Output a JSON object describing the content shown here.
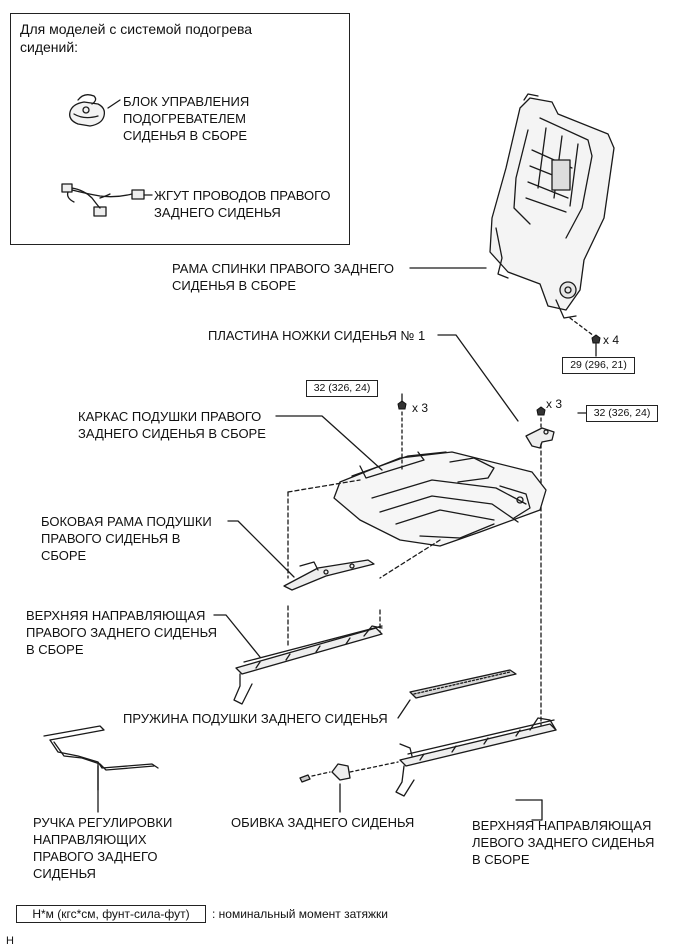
{
  "inset": {
    "title": "Для моделей с системой подогрева\nсидений:",
    "labels": {
      "heater_control": "БЛОК УПРАВЛЕНИЯ\nПОДОГРЕВАТЕЛЕМ\nСИДЕНЬЯ В СБОРЕ",
      "wire_harness": "ЖГУТ ПРОВОДОВ ПРАВОГО\nЗАДНЕГО СИДЕНЬЯ"
    }
  },
  "labels": {
    "seatback_frame": "РАМА СПИНКИ ПРАВОГО ЗАДНЕГО\nСИДЕНЬЯ В СБОРЕ",
    "leg_plate": "ПЛАСТИНА НОЖКИ СИДЕНЬЯ № 1",
    "cushion_frame": "КАРКАС ПОДУШКИ ПРАВОГО\nЗАДНЕГО СИДЕНЬЯ В СБОРЕ",
    "side_frame": "БОКОВАЯ РАМА ПОДУШКИ\nПРАВОГО СИДЕНЬЯ В\nСБОРЕ",
    "upper_rail_right": "ВЕРХНЯЯ НАПРАВЛЯЮЩАЯ\nПРАВОГО ЗАДНЕГО СИДЕНЬЯ\nВ СБОРЕ",
    "cushion_spring": "ПРУЖИНА ПОДУШКИ ЗАДНЕГО СИДЕНЬЯ",
    "adjust_handle": "РУЧКА РЕГУЛИРОВКИ\nНАПРАВЛЯЮЩИХ\nПРАВОГО ЗАДНЕГО\nСИДЕНЬЯ",
    "rear_cover": "ОБИВКА ЗАДНЕГО СИДЕНЬЯ",
    "upper_rail_left": "ВЕРХНЯЯ НАПРАВЛЯЮЩАЯ\nЛЕВОГО ЗАДНЕГО СИДЕНЬЯ\nВ СБОРЕ"
  },
  "torques": {
    "seatback_bolts": "29 (296, 21)",
    "cushion_nuts": "32 (326, 24)",
    "plate_nuts": "32 (326, 24)"
  },
  "quantities": {
    "seatback_bolts": "x 4",
    "cushion_nuts": "x 3",
    "plate_nuts": "x 3"
  },
  "legend": {
    "box": "Н*м (кгс*см, фунт-сила-фут)",
    "text": ": номинальный момент затяжки"
  },
  "figure_code": "H"
}
